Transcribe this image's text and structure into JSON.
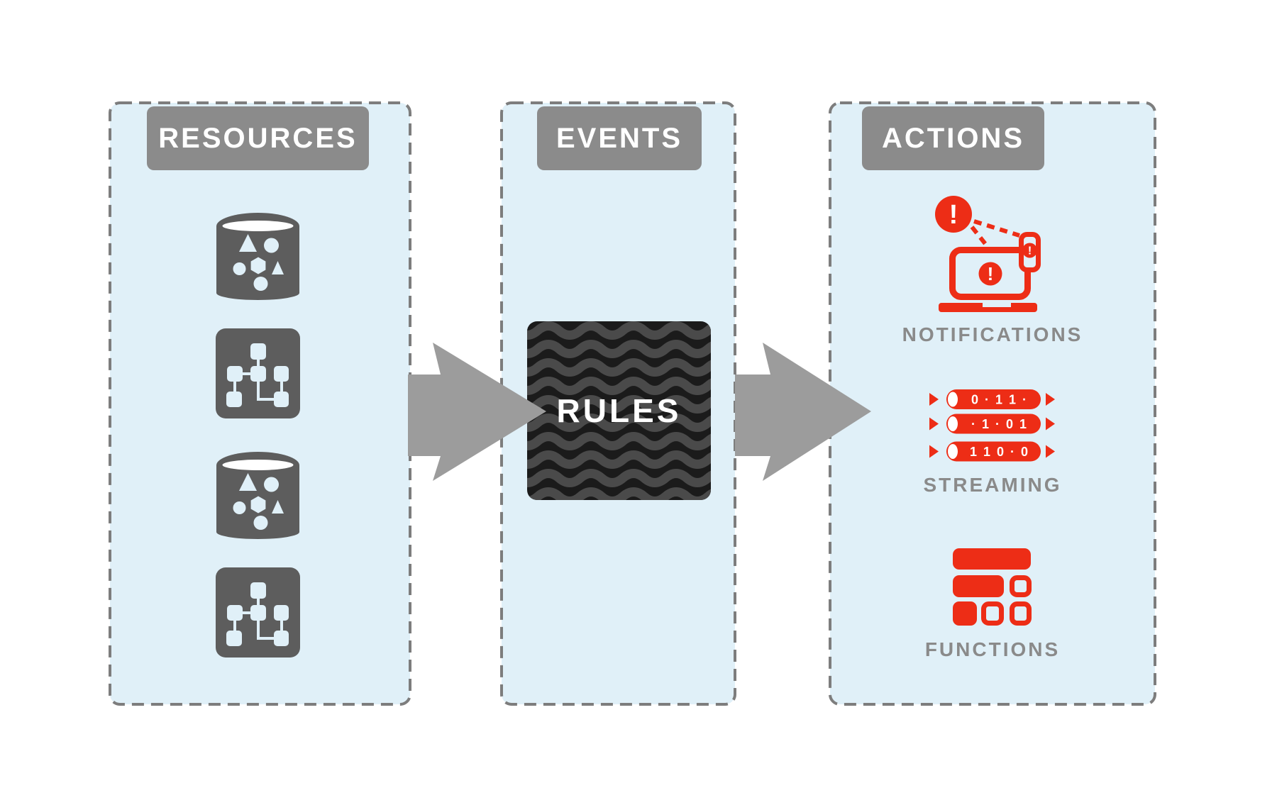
{
  "panels": {
    "resources": {
      "title": "RESOURCES"
    },
    "events": {
      "title": "EVENTS"
    },
    "actions": {
      "title": "ACTIONS"
    }
  },
  "rules": {
    "label": "RULES"
  },
  "actions_content": {
    "notifications": {
      "label": "NOTIFICATIONS",
      "alert_glyph": "!"
    },
    "streaming": {
      "label": "STREAMING",
      "rows": [
        "0 · 1 1 ·",
        "· 1 · 0 1",
        "1 1 0 · 0"
      ]
    },
    "functions": {
      "label": "FUNCTIONS"
    }
  },
  "colors": {
    "panel_blue": "#E0F0F8",
    "border_gray": "#7D7D7D",
    "header_gray": "#8B8B8B",
    "icon_gray": "#5D5D5D",
    "arrow_gray": "#9C9C9C",
    "label_gray": "#8A8A8A",
    "accent_red": "#ED2D16",
    "rules_bg": "#1B1B1B",
    "rules_wave": "#4A4A4A"
  }
}
